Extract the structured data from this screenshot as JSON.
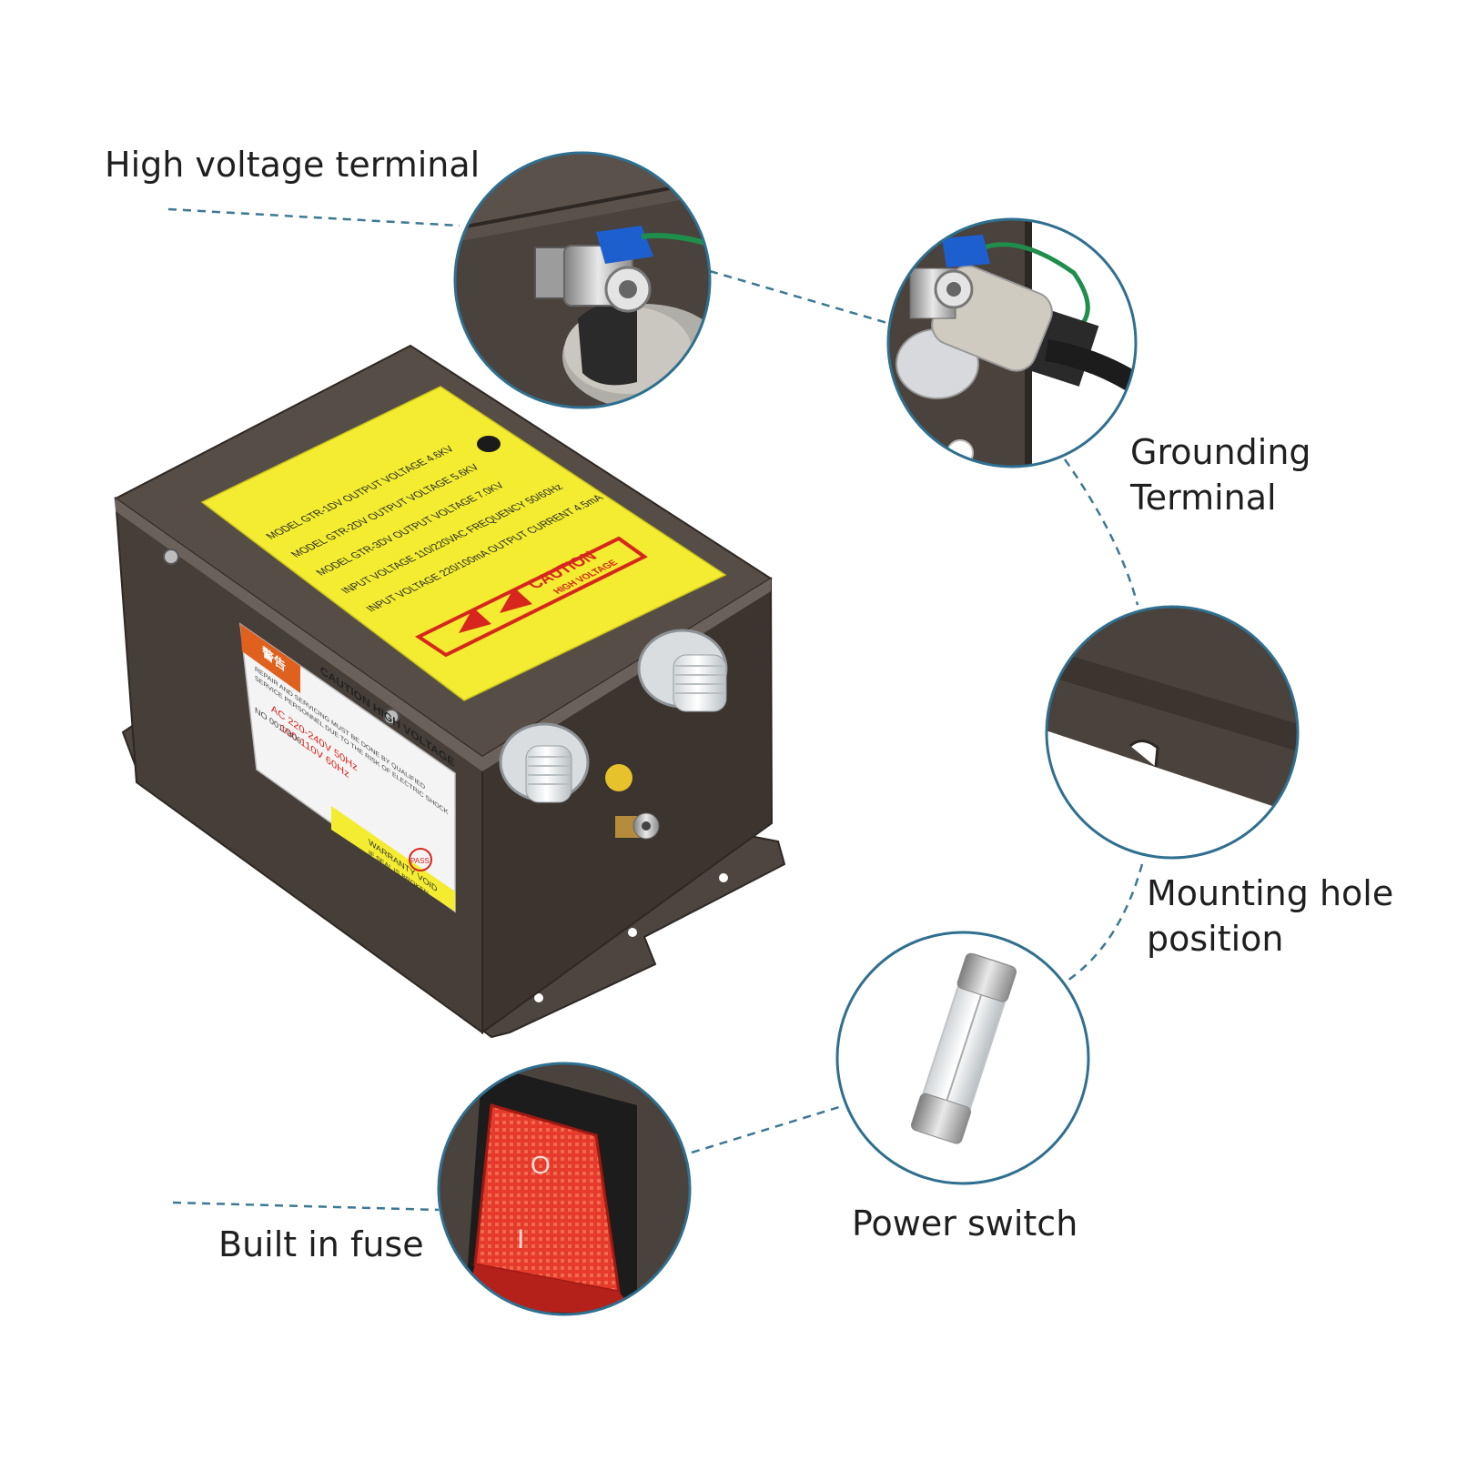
{
  "callouts": {
    "high_voltage_terminal": "High voltage terminal",
    "grounding_terminal_line1": "Grounding",
    "grounding_terminal_line2": "Terminal",
    "mounting_hole_line1": "Mounting hole",
    "mounting_hole_line2": "position",
    "power_switch": "Power switch",
    "built_in_fuse": "Built in fuse"
  },
  "label_yellow": {
    "row1": "MODEL  GTR-1DV   OUTPUT VOLTAGE   4.6KV",
    "row2": "MODEL  GTR-2DV   OUTPUT VOLTAGE   5.6KV",
    "row3": "MODEL  GTR-3DV   OUTPUT VOLTAGE   7.0KV",
    "row4": "INPUT VOLTAGE  110/220VAC  FREQUENCY  50/60Hz",
    "row5": "INPUT VOLTAGE  220/100mA  OUTPUT CURRENT  4.5mA",
    "caution": "CAUTION",
    "caution_sub": "HIGH VOLTAGE"
  },
  "label_white": {
    "header": "警告",
    "title": "CAUTION HIGH VOLTAGE",
    "line1": "REPAIR AND SERVICING MUST BE DONE BY QUALIFIED",
    "line2": "SERVICE PERSONNEL DUE TO THE RISK OF ELECTRIC SHOCK",
    "line3": "AC 220-240V 50Hz",
    "line4": "100-110V 60Hz",
    "serial": "NO 0017800",
    "warranty": "WARRANTY VOID",
    "warranty_sub": "IF SEAL IS BROKEN",
    "pass": "PASS"
  },
  "switch_symbols": {
    "off": "O",
    "on": "I"
  },
  "colors": {
    "housing": "#4a423c",
    "housing_light": "#5a514a",
    "housing_dark": "#38312c",
    "yellow_label": "#f3ec30",
    "caution_red": "#d7261e",
    "circle_stroke": "#2f6f8f",
    "leader": "#3c7894",
    "switch_red": "#e5352a"
  }
}
